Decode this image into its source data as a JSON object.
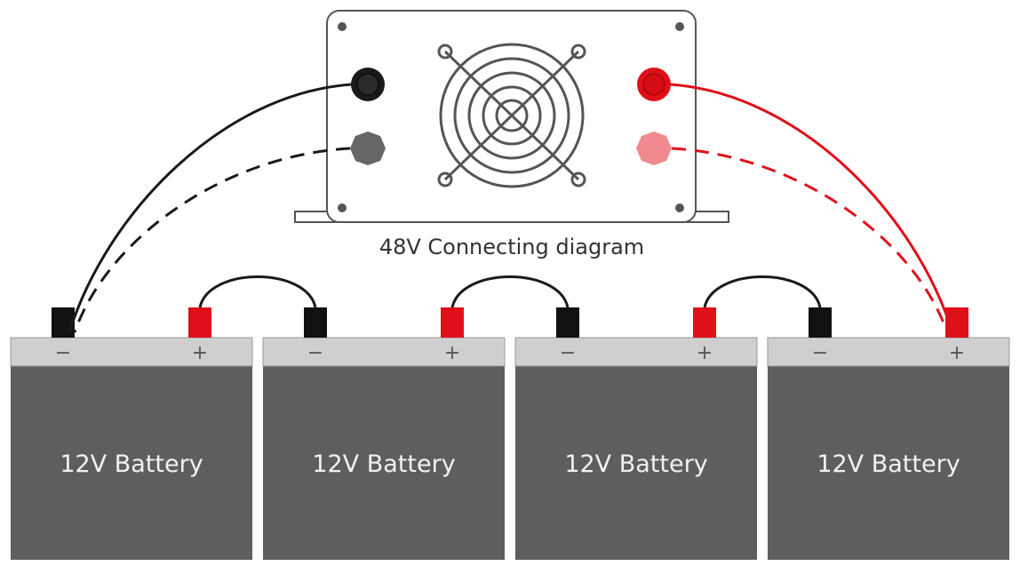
{
  "diagram": {
    "caption": "48V Connecting diagram",
    "battery_label": "12V Battery",
    "negative_sign": "−",
    "positive_sign": "+",
    "battery_count": 4
  },
  "colors": {
    "negative_cable": "#1a1a1a",
    "positive_cable": "#e0101a",
    "negative_cable_alt": "#444444",
    "positive_cable_alt": "#e85a5a",
    "battery_body": "#5e5e5e",
    "battery_top": "#cfcfcf",
    "terminal_negative": "#111111",
    "terminal_positive": "#e0101a",
    "inverter_outline": "#555555"
  }
}
